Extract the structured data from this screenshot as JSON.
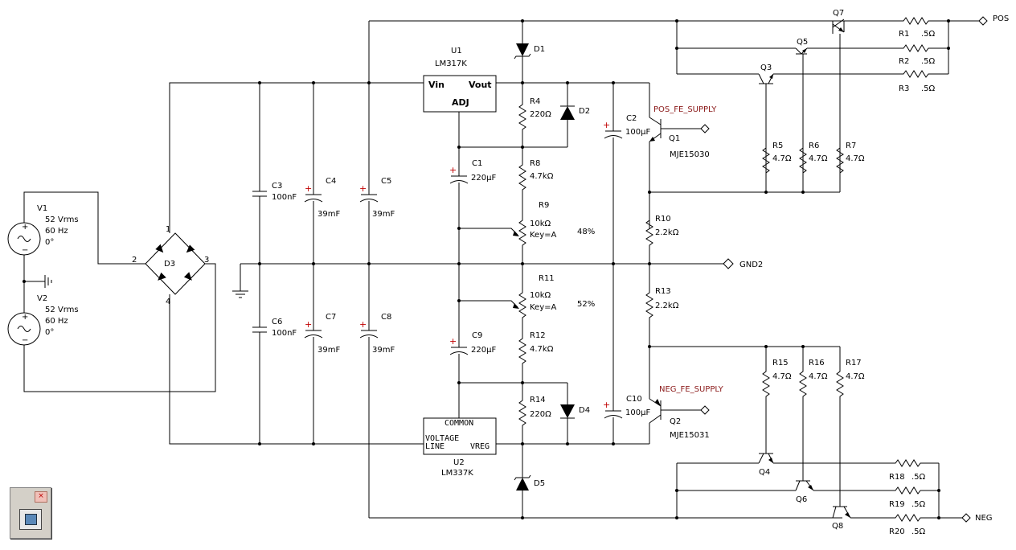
{
  "components": {
    "V1": {
      "ref": "V1",
      "v": "52 Vrms",
      "f": "60 Hz",
      "p": "0°"
    },
    "V2": {
      "ref": "V2",
      "v": "52 Vrms",
      "f": "60 Hz",
      "p": "0°"
    },
    "D3": {
      "ref": "D3",
      "pin1": "1",
      "pin2": "2",
      "pin3": "3",
      "pin4": "4"
    },
    "C3": {
      "ref": "C3",
      "val": "100nF"
    },
    "C4": {
      "ref": "C4",
      "val": "39mF"
    },
    "C5": {
      "ref": "C5",
      "val": "39mF"
    },
    "C6": {
      "ref": "C6",
      "val": "100nF"
    },
    "C7": {
      "ref": "C7",
      "val": "39mF"
    },
    "C8": {
      "ref": "C8",
      "val": "39mF"
    },
    "U1": {
      "ref": "U1",
      "part": "LM317K",
      "vin": "Vin",
      "vout": "Vout",
      "adj": "ADJ"
    },
    "U2": {
      "ref": "U2",
      "part": "LM337K",
      "common": "COMMON",
      "voltage": "VOLTAGE",
      "line": "LINE",
      "vreg": "VREG"
    },
    "D1": {
      "ref": "D1"
    },
    "D2": {
      "ref": "D2"
    },
    "D4": {
      "ref": "D4"
    },
    "D5": {
      "ref": "D5"
    },
    "R4": {
      "ref": "R4",
      "val": "220Ω"
    },
    "R8": {
      "ref": "R8",
      "val": "4.7kΩ"
    },
    "R9": {
      "ref": "R9",
      "val": "10kΩ",
      "key": "Key=A",
      "pct": "48%"
    },
    "R11": {
      "ref": "R11",
      "val": "10kΩ",
      "key": "Key=A",
      "pct": "52%"
    },
    "R12": {
      "ref": "R12",
      "val": "4.7kΩ"
    },
    "R14": {
      "ref": "R14",
      "val": "220Ω"
    },
    "C1": {
      "ref": "C1",
      "val": "220µF"
    },
    "C9": {
      "ref": "C9",
      "val": "220µF"
    },
    "C2": {
      "ref": "C2",
      "val": "100µF"
    },
    "C10": {
      "ref": "C10",
      "val": "100µF"
    },
    "Q1": {
      "ref": "Q1",
      "part": "MJE15030"
    },
    "Q2": {
      "ref": "Q2",
      "part": "MJE15031"
    },
    "R10": {
      "ref": "R10",
      "val": "2.2kΩ"
    },
    "R13": {
      "ref": "R13",
      "val": "2.2kΩ"
    },
    "Q3": {
      "ref": "Q3"
    },
    "Q4": {
      "ref": "Q4"
    },
    "Q5": {
      "ref": "Q5"
    },
    "Q6": {
      "ref": "Q6"
    },
    "Q7": {
      "ref": "Q7"
    },
    "Q8": {
      "ref": "Q8"
    },
    "R1": {
      "ref": "R1",
      "val": ".5Ω"
    },
    "R2": {
      "ref": "R2",
      "val": ".5Ω"
    },
    "R3": {
      "ref": "R3",
      "val": ".5Ω"
    },
    "R18": {
      "ref": "R18",
      "val": ".5Ω"
    },
    "R19": {
      "ref": "R19",
      "val": ".5Ω"
    },
    "R20": {
      "ref": "R20",
      "val": ".5Ω"
    },
    "R5": {
      "ref": "R5",
      "val": "4.7Ω"
    },
    "R6": {
      "ref": "R6",
      "val": "4.7Ω"
    },
    "R7": {
      "ref": "R7",
      "val": "4.7Ω"
    },
    "R15": {
      "ref": "R15",
      "val": "4.7Ω"
    },
    "R16": {
      "ref": "R16",
      "val": "4.7Ω"
    },
    "R17": {
      "ref": "R17",
      "val": "4.7Ω"
    }
  },
  "nets": {
    "pos": "POS",
    "neg": "NEG",
    "gnd2": "GND2",
    "pos_fe": "POS_FE_SUPPLY",
    "neg_fe": "NEG_FE_SUPPLY"
  },
  "colors": {
    "wire": "#000000",
    "net_label": "#8b1a1a",
    "polarity": "#c00000"
  },
  "mini_window": {
    "close_glyph": "×",
    "icon": "window-icon"
  }
}
